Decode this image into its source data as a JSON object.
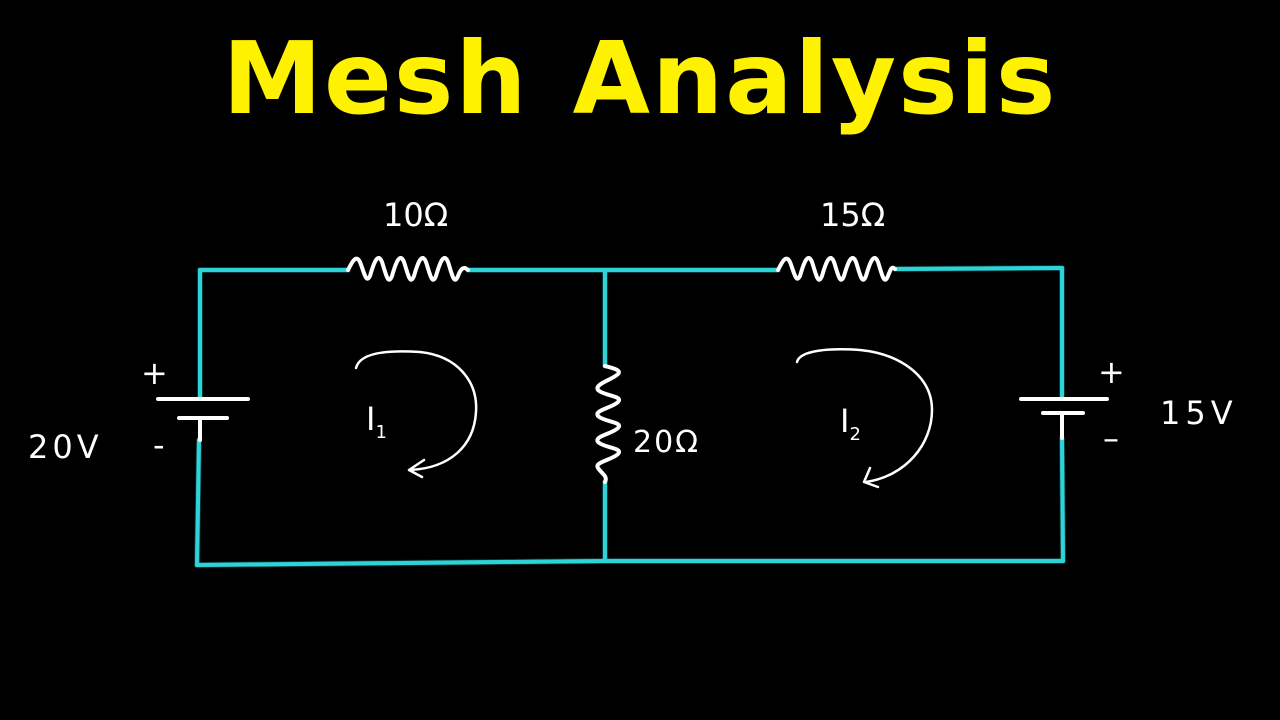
{
  "title": {
    "words": [
      "Mesh",
      "Analysis"
    ],
    "color": "#FFF200"
  },
  "colors": {
    "background": "#000000",
    "wire": "#2ED3D8",
    "ink": "#FFFFFF"
  },
  "circuit": {
    "sources": [
      {
        "id": "left",
        "label": "20V",
        "plus": "+",
        "minus": "-"
      },
      {
        "id": "right",
        "label": "15V",
        "plus": "+",
        "minus": "–"
      }
    ],
    "resistors": [
      {
        "id": "r1",
        "label": "10Ω",
        "position": "top-left branch"
      },
      {
        "id": "r2",
        "label": "15Ω",
        "position": "top-right branch"
      },
      {
        "id": "r3",
        "label": "20Ω",
        "position": "middle shared branch"
      }
    ],
    "mesh_currents": [
      {
        "id": "i1",
        "label": "I",
        "subscript": "1",
        "direction": "clockwise"
      },
      {
        "id": "i2",
        "label": "I",
        "subscript": "2",
        "direction": "clockwise"
      }
    ]
  }
}
